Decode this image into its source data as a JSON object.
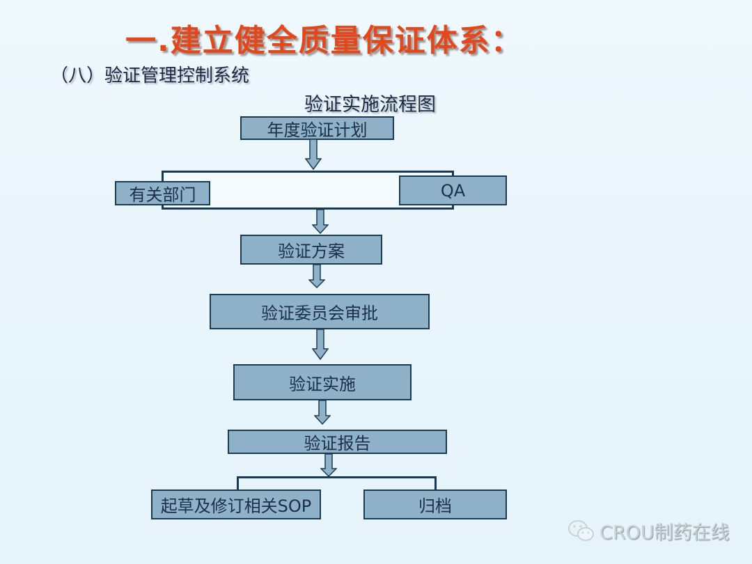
{
  "slide": {
    "title": "一.建立健全质量保证体系：",
    "subtitle": "（八）验证管理控制系统",
    "flowchart_title": "验证实施流程图"
  },
  "flowchart": {
    "annual_plan": "年度验证计划",
    "departments": "有关部门",
    "qa": "QA",
    "protocol": "验证方案",
    "committee_approval": "验证委员会审批",
    "implementation": "验证实施",
    "report": "验证报告",
    "draft_sop": "起草及修订相关SOP",
    "archive": "归档"
  },
  "watermark": {
    "text": "CROU制药在线",
    "icon": "wechat-icon"
  },
  "colors": {
    "title": "#e2481c",
    "box_fill": "#8fb2c8",
    "box_border": "#183a55",
    "background": "#eaf5fc"
  }
}
